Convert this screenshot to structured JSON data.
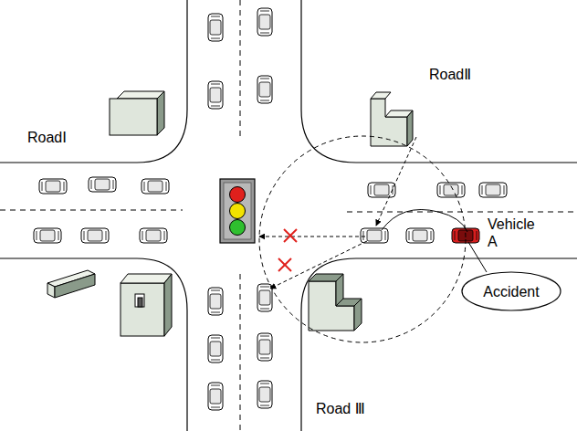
{
  "diagram": {
    "nodes": [
      {
        "text": [
          "Accident"
        ]
      }
    ],
    "labels": [
      "RoadⅠ",
      "RoadⅡ",
      "Road Ⅲ",
      "Vehicle A"
    ]
  }
}
